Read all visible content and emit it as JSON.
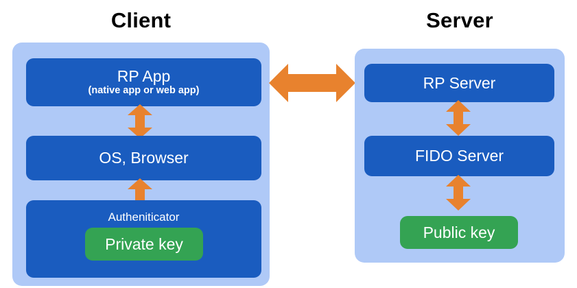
{
  "diagram": {
    "title_client": "Client",
    "title_server": "Server",
    "colors": {
      "panel_blue": "#AFC9F7",
      "box_blue": "#1A5CBF",
      "key_green": "#34A353",
      "arrow_orange": "#E8822E",
      "title_black": "#000000",
      "text_white": "#FFFFFF",
      "background": "#FFFFFF"
    },
    "client": {
      "boxes": [
        {
          "title": "RP App",
          "subtitle": "(native app or web app)"
        },
        {
          "title": "OS, Browser",
          "subtitle": ""
        },
        {
          "title": "Autheniticator",
          "subtitle": ""
        }
      ],
      "key_chip": "Private key"
    },
    "server": {
      "boxes": [
        {
          "title": "RP Server",
          "subtitle": ""
        },
        {
          "title": "FIDO Server",
          "subtitle": ""
        }
      ],
      "key_chip": "Public key"
    },
    "arrows": [
      {
        "name": "rp-app-to-os-browser",
        "orientation": "vertical",
        "direction": "bidirectional"
      },
      {
        "name": "os-browser-to-authenticator",
        "orientation": "vertical",
        "direction": "bidirectional"
      },
      {
        "name": "rp-server-to-fido-server",
        "orientation": "vertical",
        "direction": "bidirectional"
      },
      {
        "name": "fido-server-to-public-key",
        "orientation": "vertical",
        "direction": "bidirectional"
      },
      {
        "name": "client-to-server",
        "orientation": "horizontal",
        "direction": "bidirectional"
      }
    ]
  }
}
